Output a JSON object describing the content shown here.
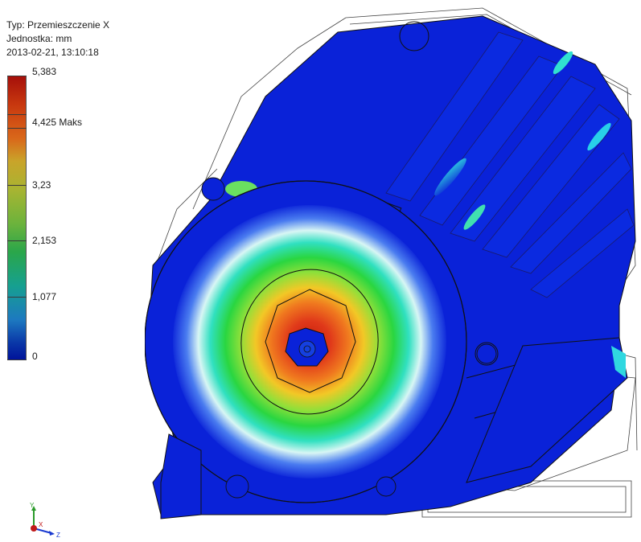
{
  "result_info": {
    "type_line": "Typ: Przemieszczenie X",
    "unit_line": "Jednostka: mm",
    "timestamp": "2013-02-21, 13:10:18"
  },
  "legend": {
    "max_value": "5,383",
    "labels": [
      "4,425 Maks",
      "3,23",
      "2,153",
      "1,077",
      "0"
    ],
    "colors": {
      "max": "#a50f0a",
      "mid": "#2aa64a",
      "min": "#00139a"
    }
  },
  "model": {
    "name": "electric-motor-displacement-plot",
    "body_color": "#0a22d8",
    "hotspot_color": "#e0391a"
  },
  "view_triad": {
    "y_label": "Y",
    "x_label": "X",
    "z_label": "Z"
  }
}
